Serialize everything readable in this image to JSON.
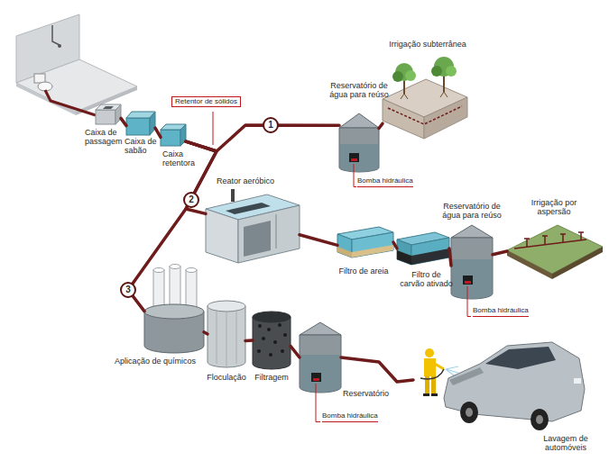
{
  "diagram": {
    "nodes": [
      {
        "text": [
          "Caixa de passagem"
        ]
      },
      {
        "text": [
          "Caixa de sabão"
        ]
      },
      {
        "text": [
          "Caixa retentora"
        ]
      },
      {
        "text": [
          "Reservatório de água para reúso"
        ]
      },
      {
        "text": [
          "Irrigação subterrânea"
        ]
      },
      {
        "text": [
          "Reator aeróbico"
        ]
      },
      {
        "text": [
          "Filtro de areia"
        ]
      },
      {
        "text": [
          "Filtro de carvão ativado"
        ]
      },
      {
        "text": [
          "Reservatório de água para reúso"
        ]
      },
      {
        "text": [
          "Irrigação por aspersão"
        ]
      },
      {
        "text": [
          "Aplicação de químicos"
        ]
      },
      {
        "text": [
          "Floculação"
        ]
      },
      {
        "text": [
          "Filtragem"
        ]
      },
      {
        "text": [
          "Reservatório"
        ]
      },
      {
        "text": [
          "Lavagem de automóveis"
        ]
      }
    ],
    "edges": [
      {
        "from": 0,
        "to": 1,
        "arrow": "none"
      },
      {
        "from": 1,
        "to": 2,
        "arrow": "none"
      },
      {
        "from": 2,
        "to": 3,
        "arrow": "none"
      },
      {
        "from": 3,
        "to": 4,
        "arrow": "none"
      },
      {
        "from": 2,
        "to": 5,
        "arrow": "none"
      },
      {
        "from": 5,
        "to": 6,
        "arrow": "none"
      },
      {
        "from": 6,
        "to": 7,
        "arrow": "none"
      },
      {
        "from": 7,
        "to": 8,
        "arrow": "none"
      },
      {
        "from": 8,
        "to": 9,
        "arrow": "none"
      },
      {
        "from": 2,
        "to": 10,
        "arrow": "none"
      },
      {
        "from": 10,
        "to": 11,
        "arrow": "none"
      },
      {
        "from": 11,
        "to": 12,
        "arrow": "none"
      },
      {
        "from": 12,
        "to": 13,
        "arrow": "none"
      },
      {
        "from": 13,
        "to": 14,
        "arrow": "none"
      }
    ],
    "labels": [
      "Retentor de sólidos",
      "1",
      "Bomba hidráulica",
      "2",
      "Bomba hidráulica",
      "3",
      "Bomba hidráulica"
    ]
  }
}
